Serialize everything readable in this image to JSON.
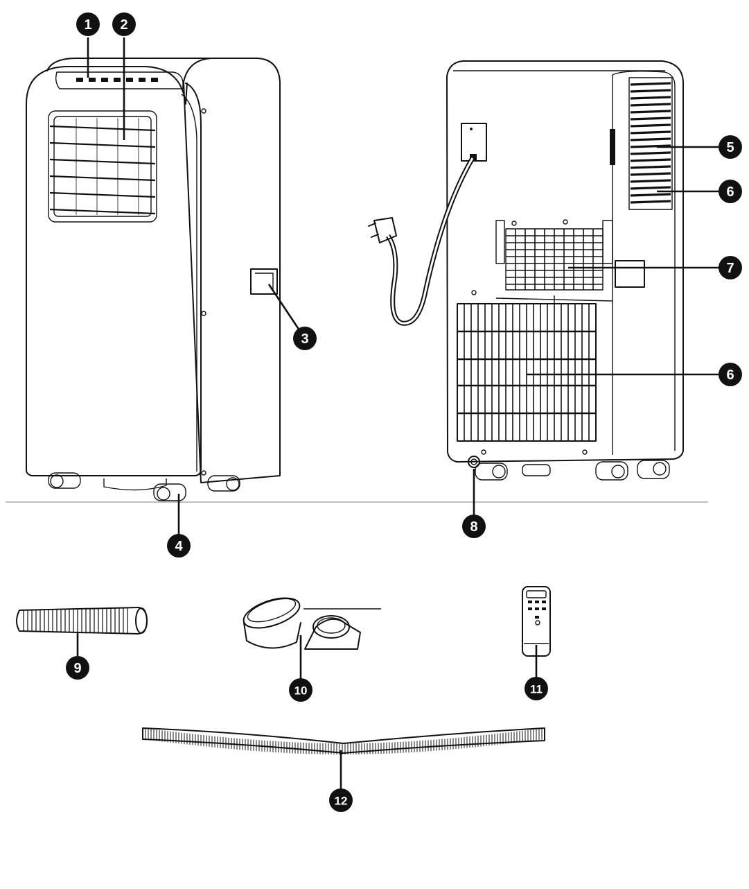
{
  "callouts": [
    {
      "id": "c1",
      "label": "1"
    },
    {
      "id": "c2",
      "label": "2"
    },
    {
      "id": "c3",
      "label": "3"
    },
    {
      "id": "c4",
      "label": "4"
    },
    {
      "id": "c5",
      "label": "5"
    },
    {
      "id": "c6a",
      "label": "6"
    },
    {
      "id": "c6b",
      "label": "6"
    },
    {
      "id": "c7",
      "label": "7"
    },
    {
      "id": "c8",
      "label": "8"
    },
    {
      "id": "c9",
      "label": "9"
    },
    {
      "id": "c10",
      "label": "10"
    },
    {
      "id": "c11",
      "label": "11"
    },
    {
      "id": "c12",
      "label": "12"
    }
  ],
  "colors": {
    "line": "#111111",
    "background": "#ffffff",
    "callout_fill": "#111111",
    "callout_text": "#ffffff"
  }
}
